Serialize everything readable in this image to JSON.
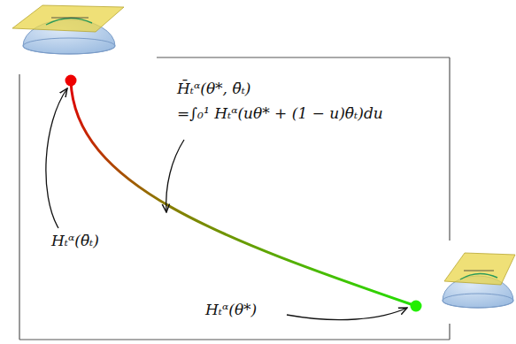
{
  "diagram": {
    "labels": [
      "H̄ₜᵅ(θ*, θ̄ₜ)",
      "=∫₀¹ Hₜᵅ(uθ* + (1 − u)θ̄ₜ)du",
      "Hₜᵅ(θ̄ₜ)",
      "Hₜᵅ(θ*)"
    ]
  }
}
